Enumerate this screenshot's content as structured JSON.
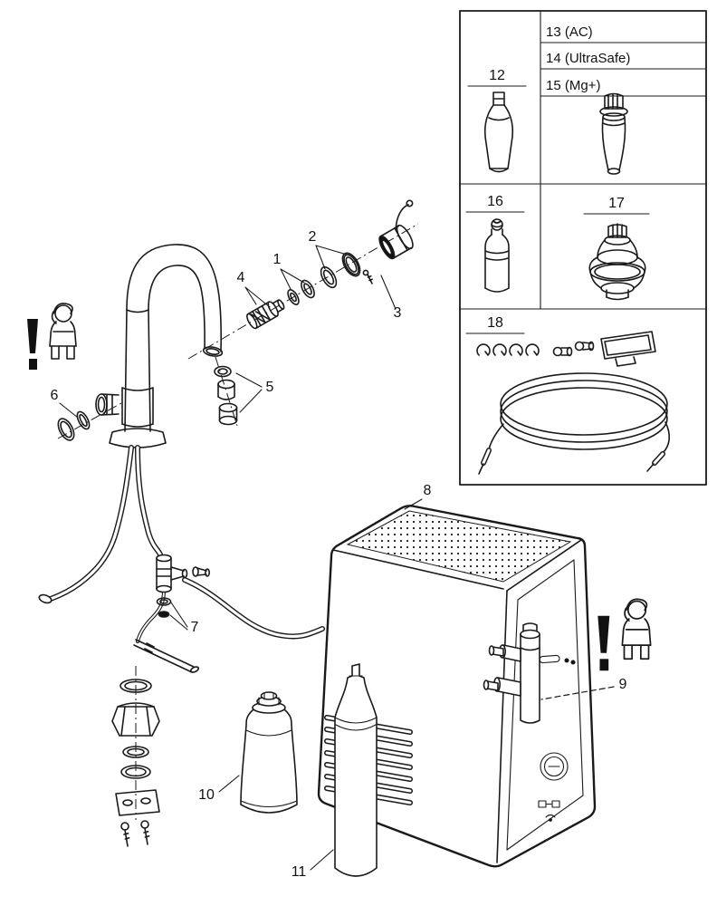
{
  "callouts": {
    "1": "1",
    "2": "2",
    "3": "3",
    "4": "4",
    "5": "5",
    "6": "6",
    "7": "7",
    "8": "8",
    "9": "9",
    "10": "10",
    "11": "11"
  },
  "legend": {
    "12": "12",
    "13": "13 (AC)",
    "14": "14 (UltraSafe)",
    "15": "15 (Mg+)",
    "16": "16",
    "17": "17",
    "18": "18"
  },
  "colors": {
    "line": "#1a1a1a",
    "background": "#ffffff"
  }
}
